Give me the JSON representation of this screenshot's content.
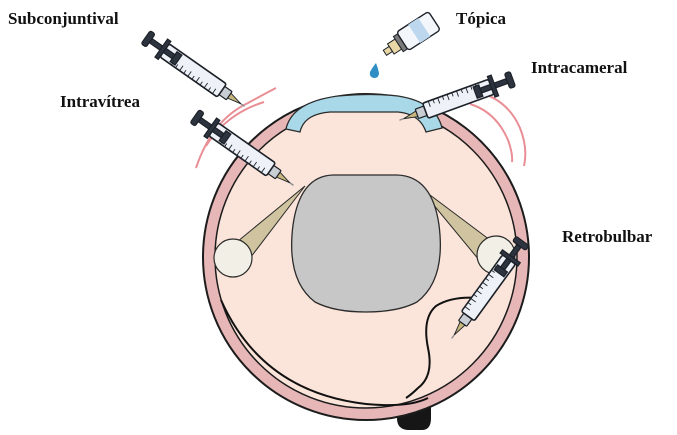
{
  "labels": {
    "subconjuntival": "Subconjuntival",
    "topica": "Tópica",
    "intracameral": "Intracameral",
    "intravitrea": "Intravítrea",
    "retrobulbar": "Retrobulbar"
  },
  "colors": {
    "sclera": "#e7b7b7",
    "choroid": "#fbe5da",
    "cornea": "#a9d9e8",
    "lens": "#c7c7c7",
    "ciliary_body": "#f2f0e6",
    "zonule": "#cfc49f",
    "conjunctiva": "#e98e95",
    "drop": "#2f8fc4",
    "optic_nerve": "#161616"
  },
  "icons": {
    "syringe": "syringe-icon",
    "dropper": "eye-dropper-icon",
    "drop": "water-drop-icon"
  }
}
